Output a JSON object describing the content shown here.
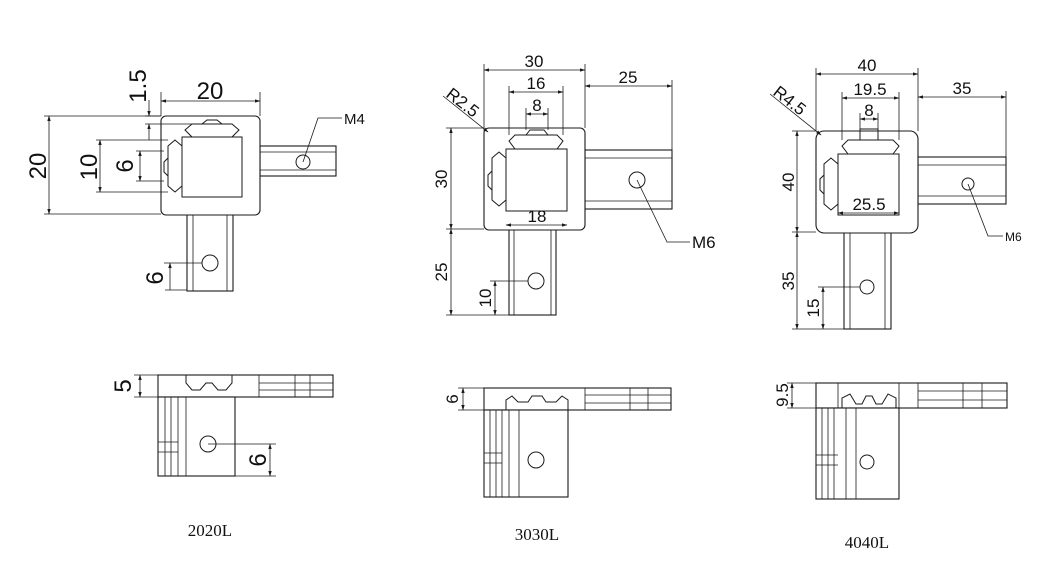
{
  "views": [
    {
      "caption": "2020L",
      "dims": {
        "top_gap": "1.5",
        "width": "20",
        "height": "20",
        "slot_outer": "10",
        "slot_inner": "6",
        "hole": "M4",
        "leg_hole": "6",
        "side_height": "5",
        "side_hole": "6"
      }
    },
    {
      "caption": "3030L",
      "dims": {
        "width": "30",
        "slot_outer": "16",
        "slot_inner": "8",
        "arm": "25",
        "radius": "R2.5",
        "height": "30",
        "bore": "18",
        "leg": "25",
        "leg_hole": "10",
        "hole": "M6",
        "side_height": "6"
      }
    },
    {
      "caption": "4040L",
      "dims": {
        "width": "40",
        "slot_outer": "19.5",
        "slot_inner": "8",
        "arm": "35",
        "radius": "R4.5",
        "height": "40",
        "bore": "25.5",
        "leg": "35",
        "leg_hole": "15",
        "hole": "M6",
        "side_height": "9.5"
      }
    }
  ]
}
